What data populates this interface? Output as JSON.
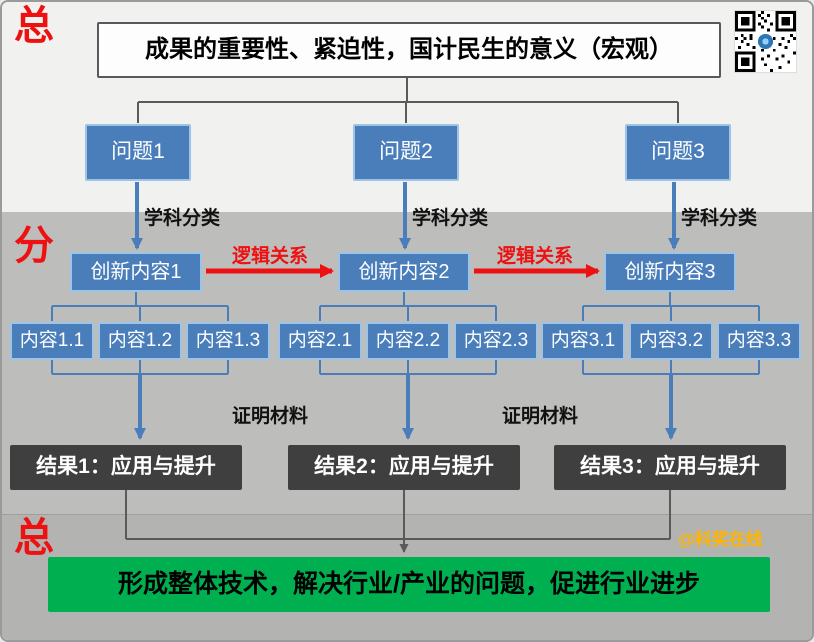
{
  "colors": {
    "red": "#ee1111",
    "blue": "#4a7ebb",
    "blue-border": "#9dc3e6",
    "dark": "#3f3f3f",
    "green": "#00b050",
    "orange": "#ffb400",
    "bg-top": "#f1f1ef",
    "bg-mid": "#bdbdbc",
    "bg-bot": "#b3b3b2",
    "line-gray": "#5a5a5a"
  },
  "sections": {
    "top": {
      "label": "总",
      "main_box": "成果的重要性、紧迫性，国计民生的意义（宏观）",
      "problems": [
        "问题1",
        "问题2",
        "问题3"
      ]
    },
    "middle": {
      "label": "分",
      "subject_labels": [
        "学科分类",
        "学科分类",
        "学科分类"
      ],
      "logic_labels": [
        "逻辑关系",
        "逻辑关系"
      ],
      "innovations": [
        "创新内容1",
        "创新内容2",
        "创新内容3"
      ],
      "contents": [
        [
          "内容1.1",
          "内容1.2",
          "内容1.3"
        ],
        [
          "内容2.1",
          "内容2.2",
          "内容2.3"
        ],
        [
          "内容3.1",
          "内容3.2",
          "内容3.3"
        ]
      ],
      "proof_labels": [
        "证明材料",
        "证明材料"
      ],
      "results": [
        "结果1：应用与提升",
        "结果2：应用与提升",
        "结果3：应用与提升"
      ]
    },
    "bottom": {
      "label": "总",
      "watermark": "@科奖在线",
      "conclusion": "形成整体技术，解决行业/产业的问题，促进行业进步"
    }
  }
}
